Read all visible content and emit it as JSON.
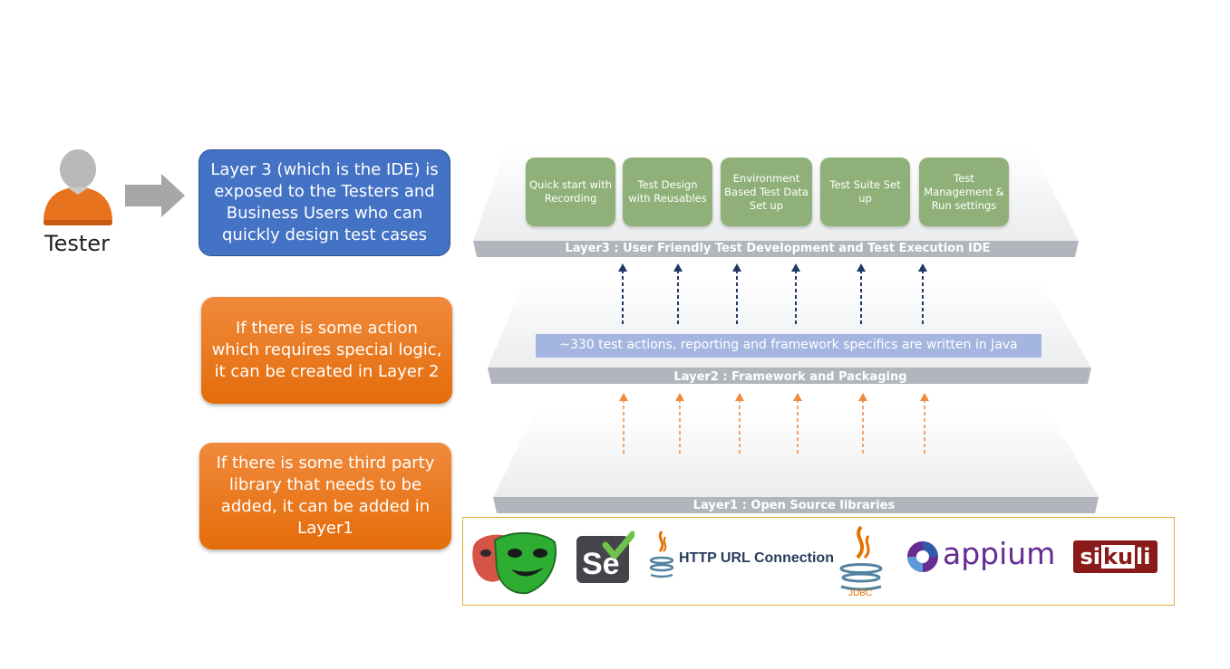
{
  "tester": {
    "label": "Tester"
  },
  "callouts": {
    "layer3": "Layer 3 (which is the IDE) is exposed to the Testers and Business Users who can quickly design test cases",
    "layer2": "If there is some action which requires special logic, it can be created in Layer 2",
    "layer1": "If there is some third party library that needs to be added, it can be added in Layer1"
  },
  "layers": {
    "layer3": {
      "label": "Layer3 : User Friendly Test Development and Test Execution IDE",
      "tiles": [
        "Quick start with Recording",
        "Test Design with Reusables",
        "Environment Based Test Data Set up",
        "Test Suite Set up",
        "Test Management & Run settings"
      ]
    },
    "layer2": {
      "label": "Layer2 : Framework and Packaging",
      "java_note": "~330 test actions, reporting and framework specifics are written in Java"
    },
    "layer1": {
      "label": "Layer1 : Open Source libraries"
    }
  },
  "libraries": {
    "http": "HTTP URL Connection",
    "selenium": "Se",
    "jdbc": "JDBC",
    "appium": "appium",
    "sikuli_a": "si",
    "sikuli_b": "ku",
    "sikuli_c": "li"
  },
  "icons": [
    "person-icon",
    "right-arrow-icon",
    "playwright-icon",
    "selenium-icon",
    "java-icon",
    "jdbc-icon",
    "appium-icon",
    "sikuli-icon"
  ],
  "colors": {
    "blue_callout": "#4472c4",
    "orange_callout": "#e46c0a",
    "tile_green": "#8fb179",
    "layer_bar": "#b2b6bc",
    "navy_arrow": "#1f3864",
    "orange_arrow": "#f4a46a"
  }
}
